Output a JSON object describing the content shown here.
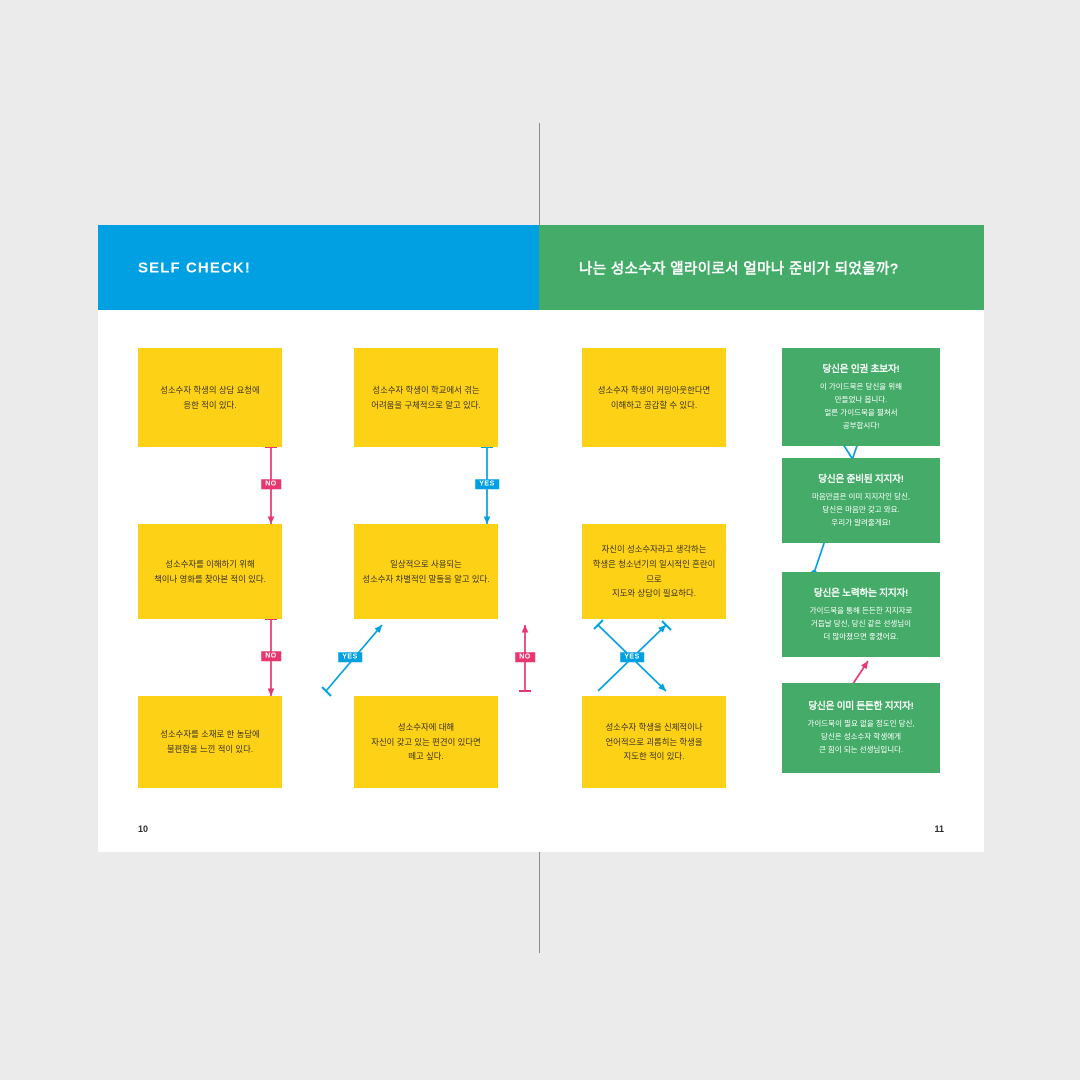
{
  "page": {
    "background": "#ebebeb",
    "paper": "#ffffff",
    "page_left_number": "10",
    "page_right_number": "11"
  },
  "colors": {
    "blue": "#00a0e3",
    "green": "#44ab68",
    "yellow": "#fcd116",
    "pink": "#e8366f",
    "text_dark": "#3b3226",
    "white": "#ffffff"
  },
  "headers": {
    "left": {
      "title": "SELF CHECK!",
      "bg": "#00a0e3"
    },
    "right": {
      "title": "나는 성소수자 앨라이로서 얼마나 준비가 되었을까?",
      "bg": "#44ab68"
    }
  },
  "questions": [
    {
      "id": "q1",
      "text": "성소수자 학생의 상담 요청에\n응한 적이 있다."
    },
    {
      "id": "q2",
      "text": "성소수자 학생이 학교에서 겪는\n어려움을 구체적으로 알고 있다."
    },
    {
      "id": "q3",
      "text": "성소수자 학생이 커밍아웃한다면\n이해하고 공감할 수 있다."
    },
    {
      "id": "q4",
      "text": "성소수자를 이해하기 위해\n책이나 영화를 찾아본 적이 있다."
    },
    {
      "id": "q5",
      "text": "일상적으로 사용되는\n성소수자 차별적인 말들을 알고 있다."
    },
    {
      "id": "q6",
      "text": "자신이 성소수자라고 생각하는\n학생은 청소년기의 일시적인 혼란이므로\n지도와 상담이 필요하다."
    },
    {
      "id": "q7",
      "text": "성소수자를 소재로 한 농담에\n불편함을 느낀 적이 있다."
    },
    {
      "id": "q8",
      "text": "성소수자에 대해\n자신이 갖고 있는 편견이 있다면\n떼고 싶다."
    },
    {
      "id": "q9",
      "text": "성소수자 학생을 신체적이나\n언어적으로 괴롭히는 학생을\n지도한 적이 있다."
    }
  ],
  "results": [
    {
      "id": "r1",
      "title": "당신은 인권 초보자!",
      "body": "이 가이드북은 당신을 위해\n만들었나 봅니다.\n얼른 가이드북을 펼쳐서\n공부합시다!"
    },
    {
      "id": "r2",
      "title": "당신은 준비된 지지자!",
      "body": "마음만큼은 이미 지지자인 당신,\n당신은 마음만 갖고 와요.\n우리가 알려줄게요!"
    },
    {
      "id": "r3",
      "title": "당신은 노력하는 지지자!",
      "body": "가이드북을 통해 든든한 지지자로\n거듭날 당신, 당신 같은 선생님이\n더 많아졌으면 좋겠어요."
    },
    {
      "id": "r4",
      "title": "당신은 이미 든든한 지지자!",
      "body": "가이드북이 필요 없을 정도인 당신,\n당신은 성소수자 학생에게\n큰 힘이 되는 선생님입니다."
    }
  ],
  "edge_labels": {
    "yes": "YES",
    "no": "NO"
  },
  "edges": [
    {
      "from": "q1",
      "to": "q2",
      "label": "YES",
      "color": "#00a0e3"
    },
    {
      "from": "q1",
      "to": "q4",
      "label": "NO",
      "color": "#e8366f"
    },
    {
      "from": "q2",
      "to": "q3",
      "label": "NO",
      "color": "#e8366f"
    },
    {
      "from": "q2",
      "to": "q5",
      "label": "YES",
      "color": "#00a0e3"
    },
    {
      "from": "q3",
      "to": "r1",
      "label": "NO",
      "color": "#e8366f"
    },
    {
      "from": "q3",
      "to": "r2",
      "label": "YES",
      "color": "#00a0e3"
    },
    {
      "from": "q4",
      "to": "q5",
      "label": "YES",
      "color": "#00a0e3"
    },
    {
      "from": "q4",
      "to": "q7",
      "label": "NO",
      "color": "#e8366f"
    },
    {
      "from": "q5",
      "to": "q6",
      "label": "NO",
      "color": "#e8366f"
    },
    {
      "from": "q6",
      "to": "r1",
      "label": "YES",
      "color": "#00a0e3"
    },
    {
      "from": "q6",
      "to": "r3",
      "label": "NO",
      "color": "#e8366f"
    },
    {
      "from": "q7",
      "to": "q8",
      "label": "NO",
      "color": "#e8366f"
    },
    {
      "from": "q7",
      "to": "q5",
      "label": "YES",
      "color": "#00a0e3"
    },
    {
      "from": "q8",
      "to": "q5",
      "label": "NO",
      "color": "#e8366f"
    },
    {
      "from": "q8",
      "to": "q9",
      "label": "YES",
      "color": "#00a0e3"
    },
    {
      "from": "q9",
      "to": "r3",
      "label": "NO",
      "color": "#e8366f"
    },
    {
      "from": "q9",
      "to": "r4",
      "label": "YES",
      "color": "#00a0e3"
    }
  ]
}
